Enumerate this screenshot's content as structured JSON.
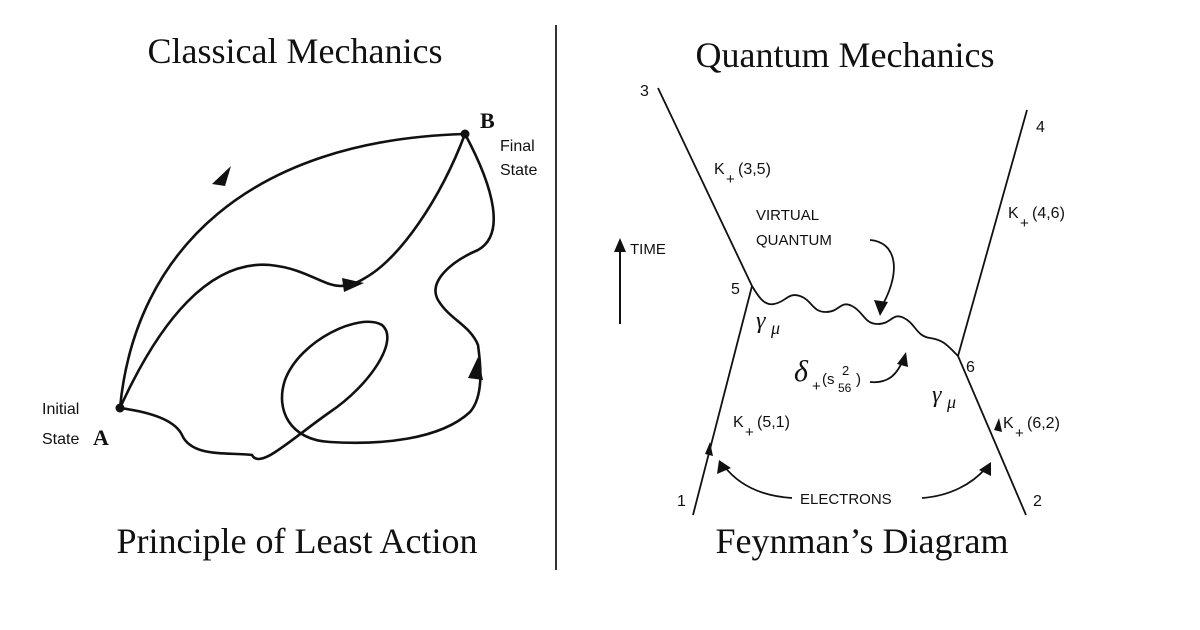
{
  "left": {
    "title": "Classical Mechanics",
    "subtitle": "Principle of Least Action",
    "point_a": {
      "letter": "A",
      "line1": "Initial",
      "line2": "State"
    },
    "point_b": {
      "letter": "B",
      "line1": "Final",
      "line2": "State"
    }
  },
  "right": {
    "title": "Quantum Mechanics",
    "subtitle": "Feynman’s Diagram",
    "time_label": "TIME",
    "vertices": [
      "1",
      "2",
      "3",
      "4",
      "5",
      "6"
    ],
    "propagators": {
      "k35": {
        "k": "K",
        "sub": "+",
        "args": "(3,5)"
      },
      "k46": {
        "k": "K",
        "sub": "+",
        "args": "(4,6)"
      },
      "k51": {
        "k": "K",
        "sub": "+",
        "args": "(5,1)"
      },
      "k62": {
        "k": "K",
        "sub": "+",
        "args": "(6,2)"
      }
    },
    "virtual": {
      "line1": "VIRTUAL",
      "line2": "QUANTUM"
    },
    "gamma": {
      "symbol": "γ",
      "index": "μ"
    },
    "delta": {
      "symbol": "δ",
      "sub": "+",
      "open": "(s",
      "sup": "2",
      "sub2": "56",
      "close": ")"
    },
    "electrons": "ELECTRONS"
  },
  "colors": {
    "ink": "#111111",
    "divider": "#333333",
    "background": "#ffffff"
  }
}
